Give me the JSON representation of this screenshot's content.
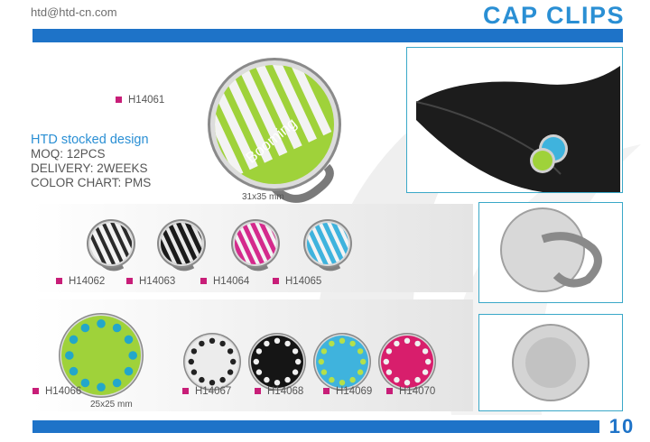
{
  "header": {
    "email": "htd@htd-cn.com",
    "title": "CAP CLIPS"
  },
  "info": {
    "heading": "HTD stocked design",
    "moq": "MOQ: 12PCS",
    "delivery": "DELIVERY: 2WEEKS",
    "color_chart": "COLOR CHART: PMS"
  },
  "main_product": {
    "code": "H14061",
    "size": "31x35 mm",
    "logo_text": "Booming"
  },
  "row1": [
    {
      "code": "H14062",
      "color": "#f2f2f2",
      "stripe": "#2a2a2a"
    },
    {
      "code": "H14063",
      "color": "#1a1a1a",
      "stripe": "#e8e8e8"
    },
    {
      "code": "H14064",
      "color": "#d42a8c",
      "stripe": "#f4f4f4"
    },
    {
      "code": "H14065",
      "color": "#3fb3dd",
      "stripe": "#f4f4f4"
    }
  ],
  "row2": [
    {
      "code": "H14066",
      "color": "#9fd23a",
      "gem": "#23a7c9"
    },
    {
      "code": "H14067",
      "color": "#ececec",
      "gem": "#222222"
    },
    {
      "code": "H14068",
      "color": "#151515",
      "gem": "#f0f0f0"
    },
    {
      "code": "H14069",
      "color": "#3fb3dd",
      "gem": "#b4e04a"
    },
    {
      "code": "H14070",
      "color": "#d81e6c",
      "gem": "#f0f0f0"
    }
  ],
  "row2_size": "25x25 mm",
  "page_number": "10"
}
